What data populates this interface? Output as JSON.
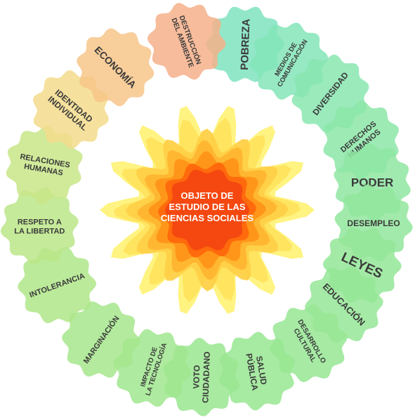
{
  "center": {
    "lines": [
      "OBJETO DE",
      "ESTUDIO DE LAS",
      "CIENCIAS SOCIALES"
    ]
  },
  "topics": [
    {
      "lines": [
        "POBREZA"
      ],
      "color": "#7fe3bf"
    },
    {
      "lines": [
        "MEDIOS DE",
        "COMUNICACIÓN"
      ],
      "color": "#84e5b8"
    },
    {
      "lines": [
        "DIVERSIDAD"
      ],
      "color": "#88e6b0"
    },
    {
      "lines": [
        "DERECHOS",
        "HUMANOS"
      ],
      "color": "#8ce6a8"
    },
    {
      "lines": [
        "PODER"
      ],
      "color": "#8fe6a2"
    },
    {
      "lines": [
        "DESEMPLEO"
      ],
      "color": "#92e69c"
    },
    {
      "lines": [
        "LEYES"
      ],
      "color": "#94e698"
    },
    {
      "lines": [
        "EDUCACIÓN"
      ],
      "color": "#95e696"
    },
    {
      "lines": [
        "DESARROLLO",
        "CULTURAL"
      ],
      "color": "#97e694"
    },
    {
      "lines": [
        "SALUD",
        "PÚBLICA"
      ],
      "color": "#98e692"
    },
    {
      "lines": [
        "VOTO",
        "CIUDADANO"
      ],
      "color": "#9ae690"
    },
    {
      "lines": [
        "IMPACTO DE",
        "LA TECNOLOGÍA"
      ],
      "color": "#a0e68e"
    },
    {
      "lines": [
        "MARGINACIÓN"
      ],
      "color": "#a6e68c"
    },
    {
      "lines": [
        "INTOLERANCIA"
      ],
      "color": "#b0e68a"
    },
    {
      "lines": [
        "RESPETO A",
        "LA LIBERTAD"
      ],
      "color": "#bbe688"
    },
    {
      "lines": [
        "RELACIONES",
        "HUMANAS"
      ],
      "color": "#c8e688"
    },
    {
      "lines": [
        "IDENTIDAD",
        "INDIVIDUAL"
      ],
      "color": "#f3dc8c"
    },
    {
      "lines": [
        "ECONOMÍA"
      ],
      "color": "#f7c58a"
    },
    {
      "lines": [
        "DESTRUCCIÓN",
        "DEL AMBIENTE"
      ],
      "color": "#f6b08a"
    }
  ]
}
